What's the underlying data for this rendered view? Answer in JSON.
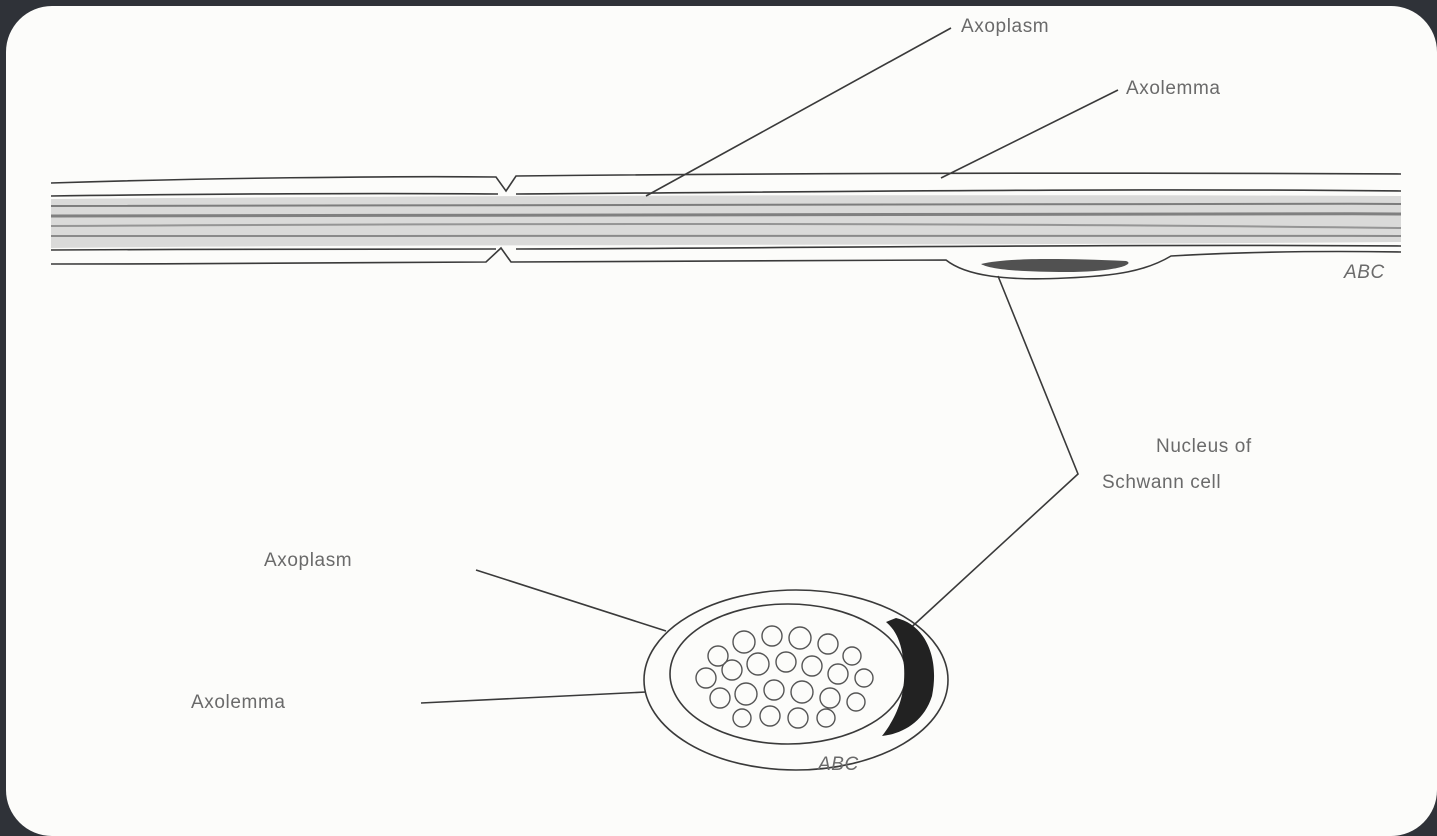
{
  "diagram": {
    "labels": {
      "axoplasm_top": "Axoplasm",
      "axolemma_top": "Axolemma",
      "nucleus_line1": "Nucleus of",
      "nucleus_line2": "Schwann cell",
      "axoplasm_bottom": "Axoplasm",
      "axolemma_bottom": "Axolemma",
      "initials_top": "ABC",
      "initials_bottom": "ABC"
    },
    "colors": {
      "background": "#2f3238",
      "panel": "#fcfcfa",
      "ink": "#3a3a3a",
      "label": "#6a6a6a"
    }
  }
}
